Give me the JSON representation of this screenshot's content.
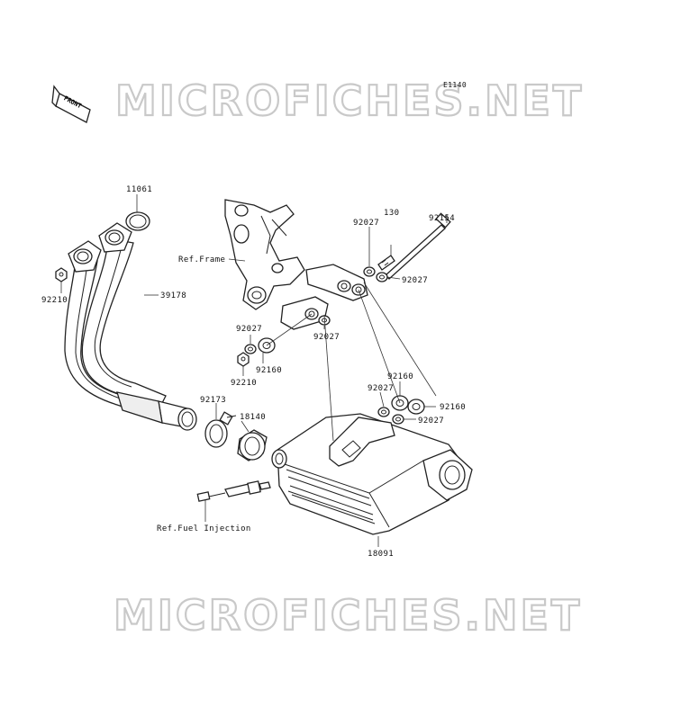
{
  "diagram": {
    "code": "E1140",
    "front_label": "FRONT",
    "watermark_top": "MICROFICHES.NET",
    "watermark_bottom": "MICROFICHES.NET",
    "ref_frame": "Ref.Frame",
    "ref_fuel": "Ref.Fuel Injection",
    "parts": {
      "p11061": "11061",
      "p92210a": "92210",
      "p39178": "39178",
      "p92027a": "92027",
      "p130": "130",
      "p92154": "92154",
      "p92027b": "92027",
      "p92027c": "92027",
      "p92027d": "92027",
      "p92160a": "92160",
      "p92210b": "92210",
      "p92173": "92173",
      "p18140": "18140",
      "p92160b": "92160",
      "p92027e": "92027",
      "p92160c": "92160",
      "p92027f": "92027",
      "p18091": "18091"
    }
  }
}
